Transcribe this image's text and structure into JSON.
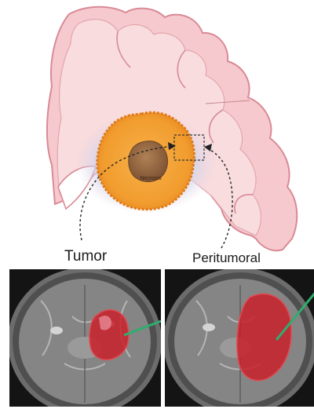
{
  "labels": {
    "necrosis": "Necrosis",
    "tumor": "Tumor",
    "peritumoral": "Peritumoral"
  },
  "scans": [
    {
      "caption_line1": "",
      "caption_line2": ""
    },
    {
      "caption_line1": "",
      "caption_line2": ""
    }
  ],
  "colors": {
    "brain_tissue": "#f4c8cc",
    "brain_outline": "#d98a95",
    "tumor_core": "#f2a53a",
    "necrosis": "#9a6b46",
    "edema": "#c9cfe6",
    "segmentation": "#c8202a",
    "pointer": "#2fae6e"
  }
}
